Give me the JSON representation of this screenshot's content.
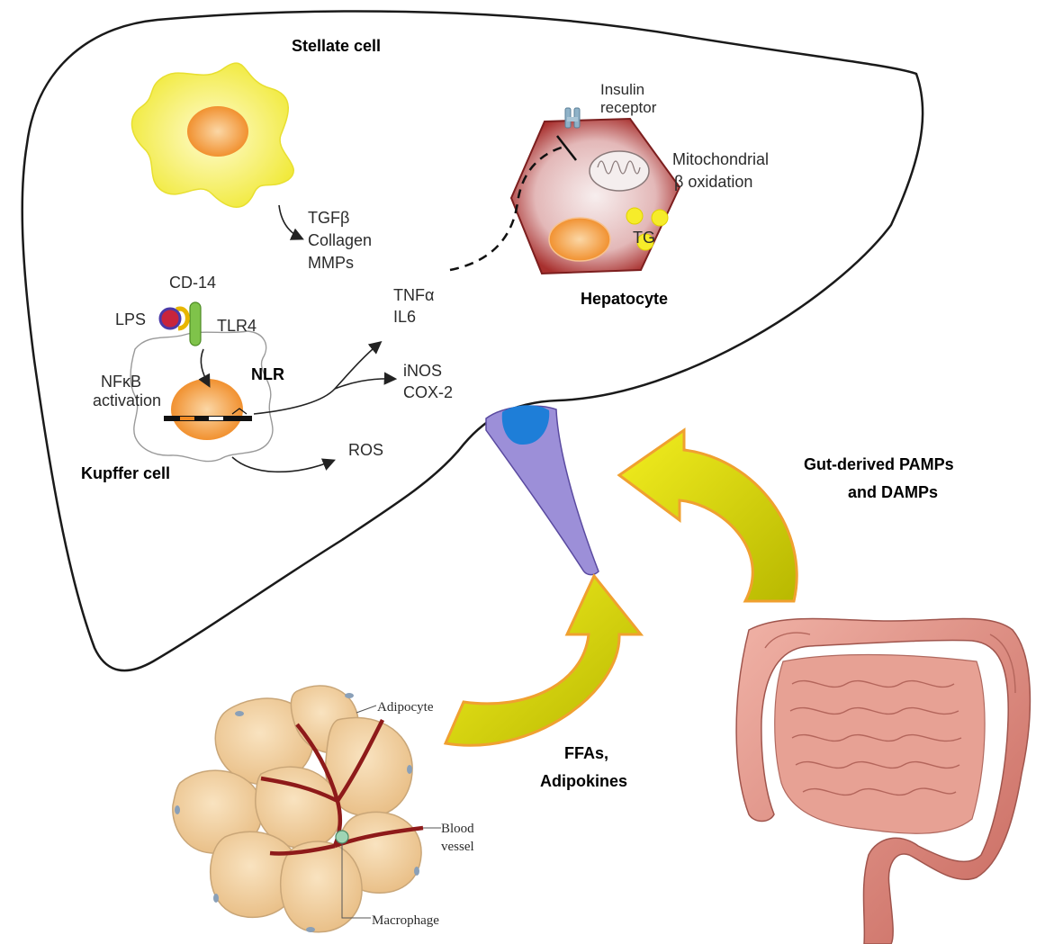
{
  "liver": {
    "stellate_label": "Stellate cell",
    "stellate_products": [
      "TGFβ",
      "Collagen",
      "MMPs"
    ],
    "insulin_receptor_label": [
      "Insulin",
      "receptor"
    ],
    "mito_label": [
      "Mitochondrial",
      "β oxidation"
    ],
    "tg_label": "TG",
    "hepatocyte_label": "Hepatocyte",
    "cd14_label": "CD-14",
    "lps_label": "LPS",
    "tlr4_label": "TLR4",
    "nlr_label": "NLR",
    "nfkb_label": [
      "NFκB",
      "activation"
    ],
    "kupffer_label": "Kupffer cell",
    "cytokines": [
      "TNFα",
      "IL6"
    ],
    "enzymes": [
      "iNOS",
      "COX-2"
    ],
    "ros_label": "ROS"
  },
  "gut": {
    "label": [
      "Gut-derived PAMPs",
      "and DAMPs"
    ]
  },
  "adipose": {
    "label": [
      "FFAs,",
      "Adipokines"
    ],
    "adipocyte_label": "Adipocyte",
    "blood_vessel_label": [
      "Blood",
      "vessel"
    ],
    "macrophage_label": "Macrophage"
  },
  "colors": {
    "liver_outline": "#1a1a1a",
    "stellate_body": "#f4ef5a",
    "stellate_nucleus": "#f08a24",
    "hepatocyte_fill": "#a8302e",
    "arrow_fill": "#d8d000",
    "arrow_outline": "#f0a030",
    "adipocyte_fill": "#f3d2a0",
    "vessel_color": "#8e1a1a",
    "intestine_fill": "#e0958a"
  }
}
